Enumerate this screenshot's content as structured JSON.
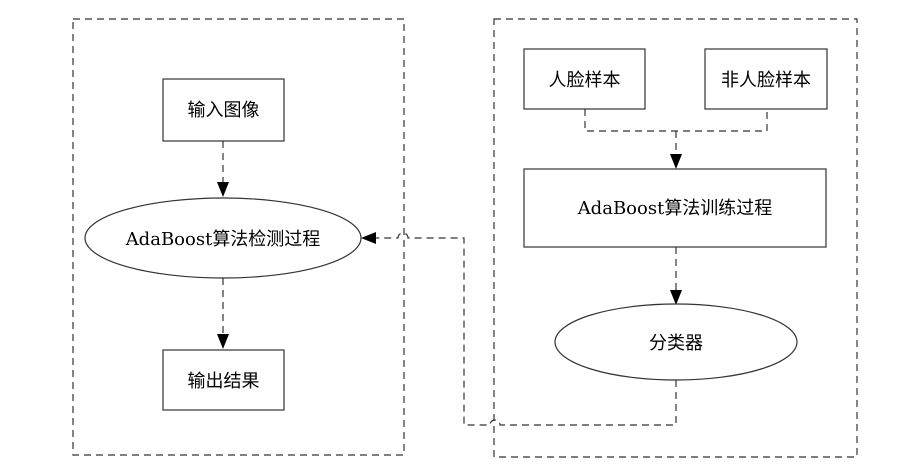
{
  "diagram": {
    "title": "",
    "detection_group": {
      "nodes": {
        "input_image": "输入图像",
        "detection_process": "AdaBoost算法检测过程",
        "output_result": "输出结果"
      }
    },
    "training_group": {
      "nodes": {
        "face_samples": "人脸样本",
        "non_face_samples": "非人脸样本",
        "training_process": "AdaBoost算法训练过程",
        "classifier": "分类器"
      }
    },
    "edges": [
      {
        "from": "输入图像",
        "to": "AdaBoost算法检测过程",
        "style": "dashed"
      },
      {
        "from": "AdaBoost算法检测过程",
        "to": "输出结果",
        "style": "dashed"
      },
      {
        "from": "人脸样本",
        "to": "AdaBoost算法训练过程",
        "style": "dashed"
      },
      {
        "from": "非人脸样本",
        "to": "AdaBoost算法训练过程",
        "style": "dashed"
      },
      {
        "from": "AdaBoost算法训练过程",
        "to": "分类器",
        "style": "dashed"
      },
      {
        "from": "分类器",
        "to": "AdaBoost算法检测过程",
        "style": "dashed"
      }
    ]
  }
}
